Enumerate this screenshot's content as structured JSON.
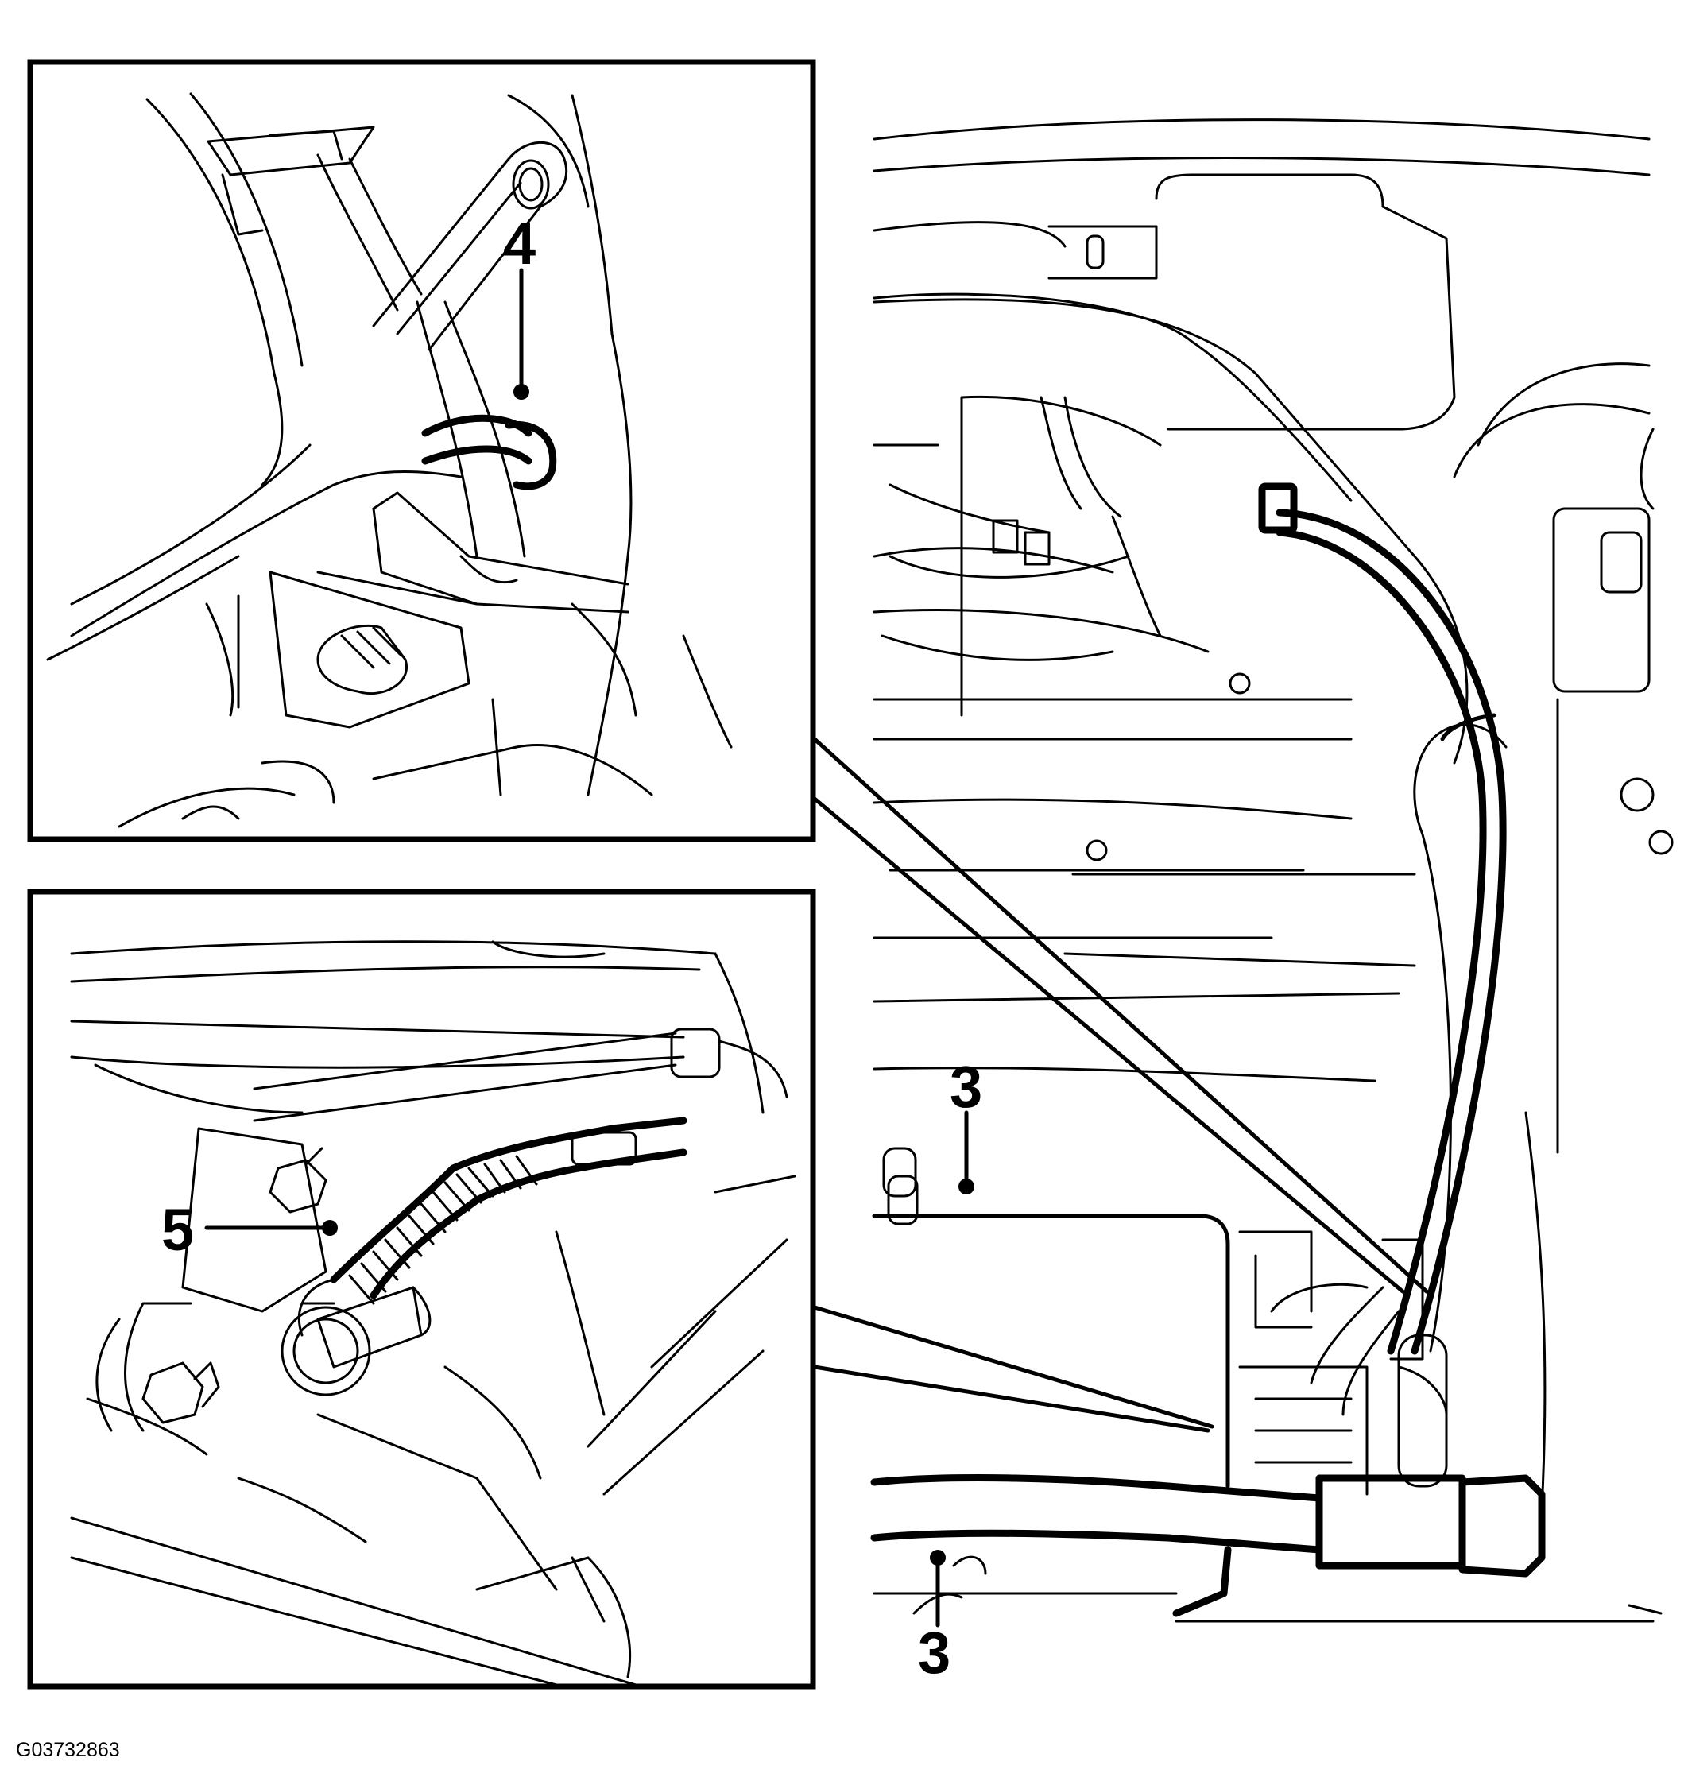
{
  "figure": {
    "id": "G03732863",
    "callouts": {
      "top_inset_label": "4",
      "bottom_inset_label": "5",
      "main_upper_label": "3",
      "main_lower_label": "3"
    }
  }
}
